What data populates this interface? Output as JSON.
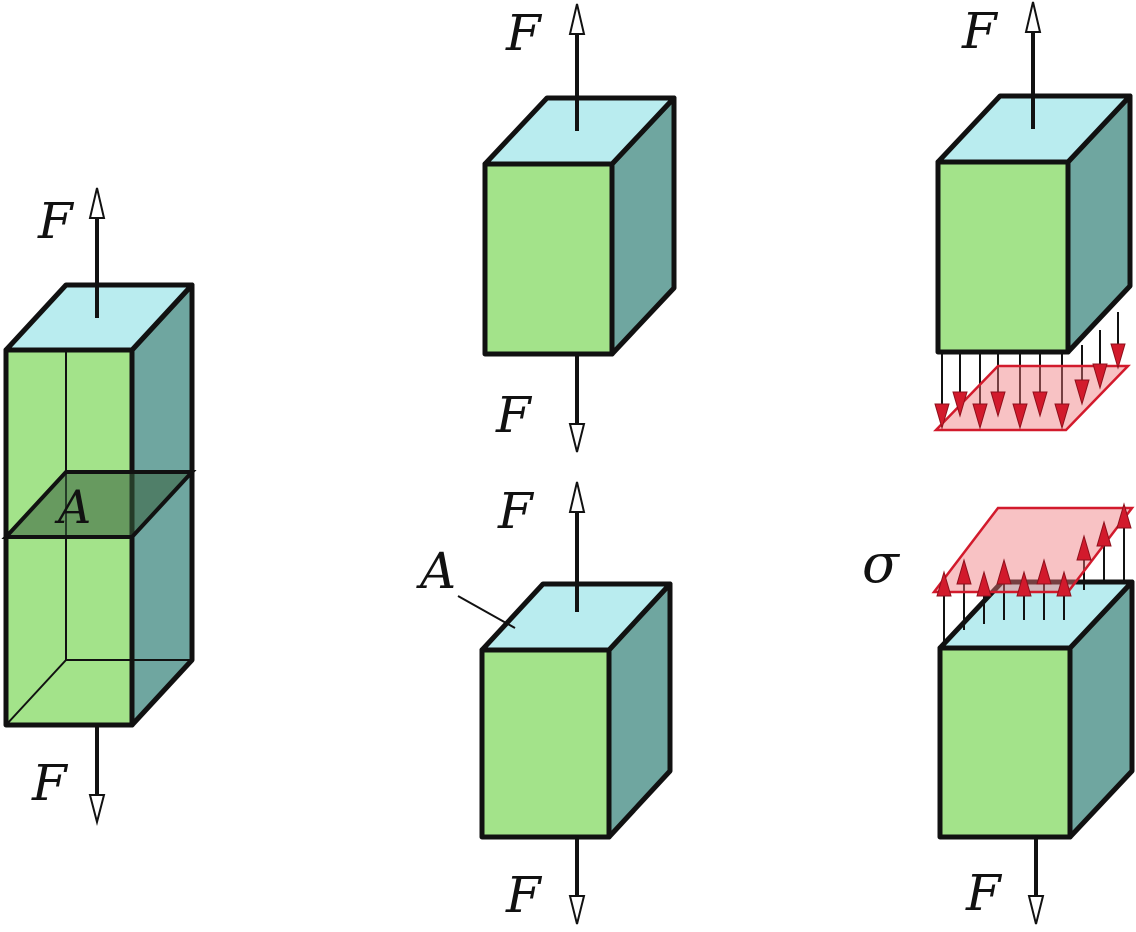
{
  "labels": {
    "force": "F",
    "area": "A",
    "stress": "σ"
  },
  "colors": {
    "front_face": "#a3e38a",
    "top_face": "#b9ecef",
    "side_face": "#6fa6a0",
    "stress_arrows": "#d21a2c"
  }
}
